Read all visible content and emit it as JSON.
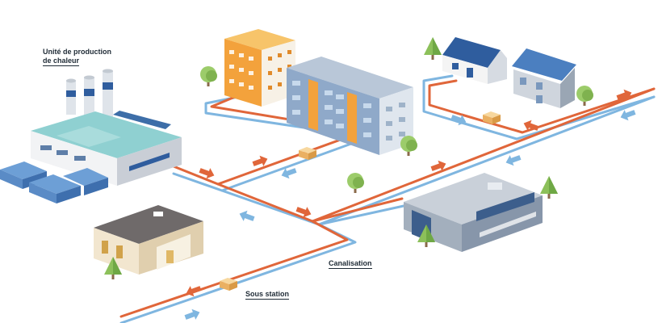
{
  "labels": {
    "production_line1": "Unité de production",
    "production_line2": "de chaleur",
    "canalisation": "Canalisation",
    "sous_station": "Sous station"
  },
  "colors": {
    "hot_pipe": "#e0663a",
    "cold_pipe": "#7fb6e0",
    "building_orange": "#f3a23c",
    "building_blue": "#8fa9c9",
    "roof_teal": "#7ec6c9",
    "tree_green": "#8cc05a",
    "substation_box": "#f2c27a",
    "label_text": "#1e2a35"
  },
  "icons": [
    "flow-arrow-icon",
    "tree-icon"
  ]
}
